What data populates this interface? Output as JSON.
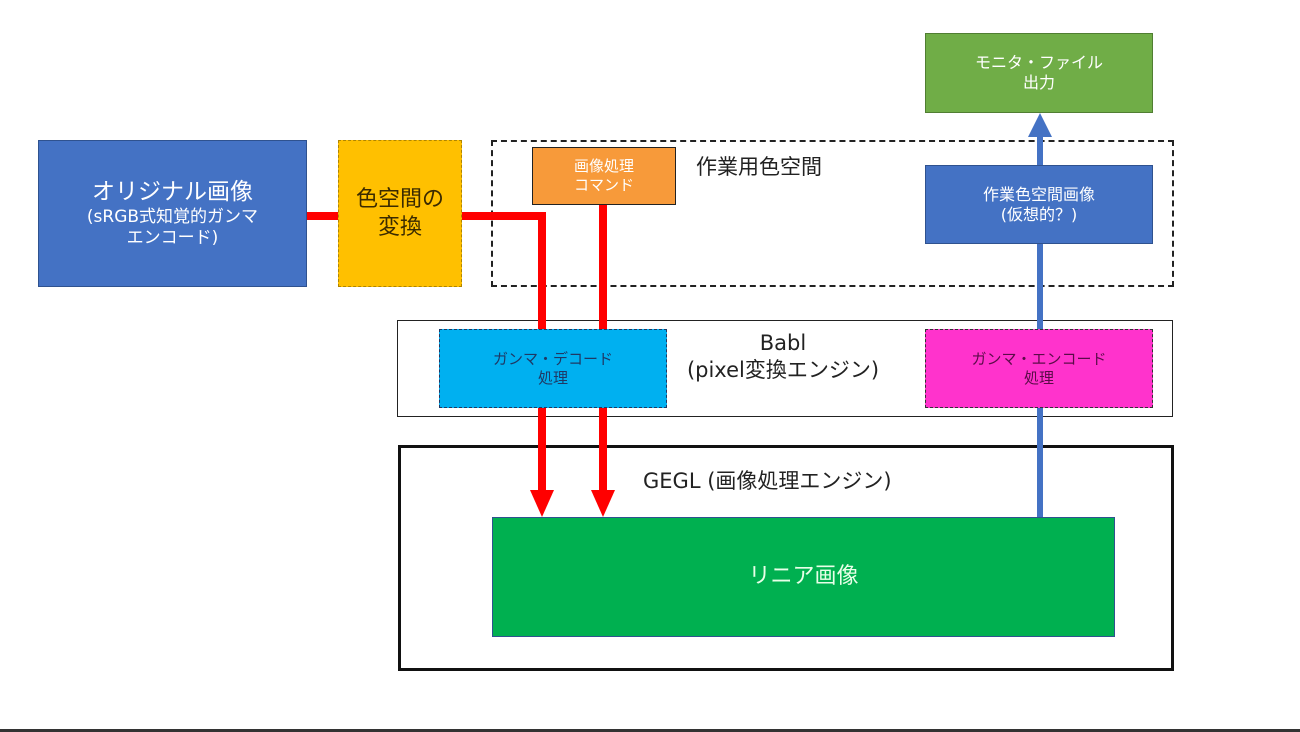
{
  "diagram": {
    "nodes": {
      "original_image": {
        "line1": "オリジナル画像",
        "line2": "(sRGB式知覚的ガンマ",
        "line3": "エンコード)",
        "color": "#4472c4"
      },
      "color_space_conversion": {
        "line1": "色空間の",
        "line2": "変換",
        "color": "#ffc000"
      },
      "image_processing_command": {
        "line1": "画像処理",
        "line2": "コマンド",
        "color": "#f79a3a"
      },
      "working_space_label": {
        "text": "作業用色空間"
      },
      "working_space_image": {
        "line1": "作業色空間画像",
        "line2": "(仮想的？)",
        "color": "#4472c4"
      },
      "monitor_file_output": {
        "line1": "モニタ・ファイル",
        "line2": "出力",
        "color": "#70ad47"
      },
      "babl_label": {
        "line1": "Babl",
        "line2": "(pixel変換エンジン)"
      },
      "gamma_decode": {
        "line1": "ガンマ・デコード",
        "line2": "処理",
        "color": "#00b0f0"
      },
      "gamma_encode": {
        "line1": "ガンマ・エンコード",
        "line2": "処理",
        "color": "#ff33cc"
      },
      "gegl_label": {
        "text": "GEGL (画像処理エンジン)"
      },
      "linear_image": {
        "text": "リニア画像",
        "color": "#00b050"
      }
    },
    "edges": [
      {
        "from": "original_image",
        "to": "color_space_conversion",
        "color": "#ff0000"
      },
      {
        "from": "color_space_conversion",
        "to": "linear_image",
        "via": "gamma_decode",
        "color": "#ff0000"
      },
      {
        "from": "image_processing_command",
        "to": "linear_image",
        "via": "gamma_decode",
        "color": "#ff0000"
      },
      {
        "from": "linear_image",
        "to": "monitor_file_output",
        "via": "gamma_encode",
        "color": "#4472c4"
      }
    ]
  }
}
